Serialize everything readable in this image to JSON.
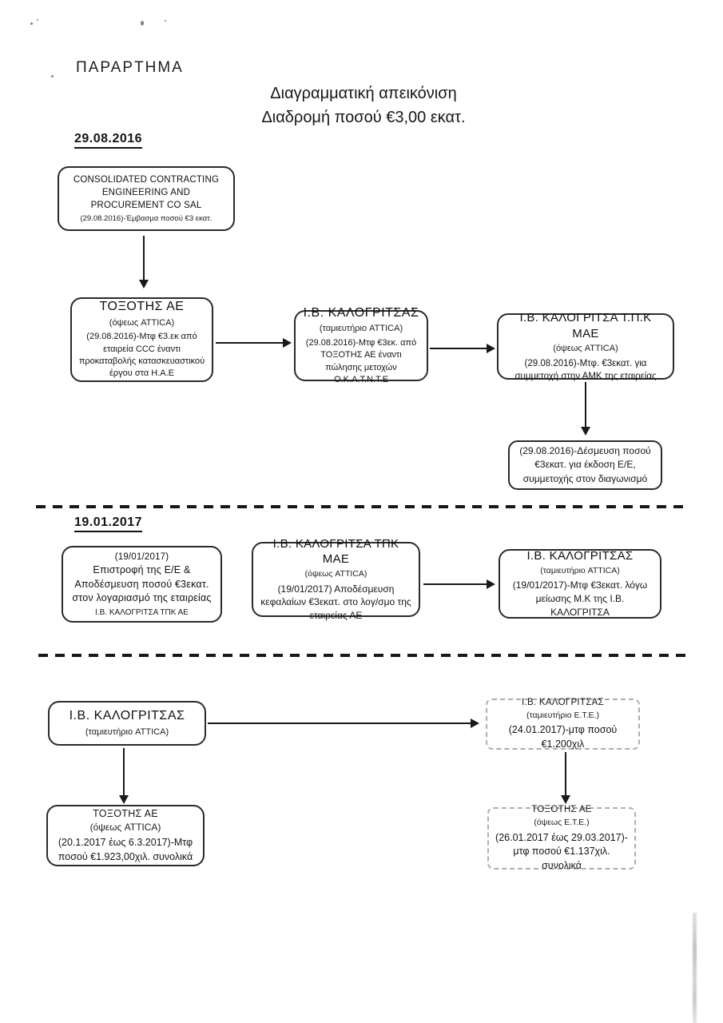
{
  "page": {
    "heading": "ΠΑΡΑΡΤΗΜΑ",
    "title_line1": "Διαγραμματική απεικόνιση",
    "title_line2": "Διαδρομή ποσού €3,00 εκατ."
  },
  "section1": {
    "date": "29.08.2016",
    "ccc": {
      "line1": "CONSOLIDATED CONTRACTING",
      "line2": "ENGINEERING AND",
      "line3": "PROCUREMENT CO SAL",
      "note": "(29.08.2016)-Έμβασμα ποσού €3 εκατ."
    },
    "toxotis": {
      "title": "ΤΟΞΟΤΗΣ ΑΕ",
      "sub": "(όψεως ATTICA)",
      "body": "(29.08.2016)-Μτφ €3.εκ από εταιρεία CCC έναντι προκαταβολής κατασκευαστικού έργου στα Η.Α.Ε"
    },
    "kalogritsas": {
      "title": "Ι.Β. ΚΑΛΟΓΡΙΤΣΑΣ",
      "sub": "(ταμιευτήριο ATTICA)",
      "body": "(29.08.2016)-Μτφ €3εκ. από ΤΟΞΟΤΗΣ ΑΕ έναντι πώλησης μετοχών Ο.Κ.Α.Τ.Ν.Τ.Ε"
    },
    "kalogritsa_tpk": {
      "title": "Ι.Β. ΚΑΛΟΓΡΙΤΣΑ Τ.Π.Κ  ΜΑΕ",
      "sub": "(όψεως ATTICA)",
      "body": "(29.08.2016)-Μτφ. €3εκατ. για  συμμετοχή στην ΑΜΚ της εταιρείας"
    },
    "desmeusi": {
      "body": "(29.08.2016)-Δέσμευση ποσού €3εκατ. για έκδοση Ε/Ε, συμμετοχής στον διαγωνισμό"
    }
  },
  "section2": {
    "date": "19.01.2017",
    "epistrofi": {
      "line1": "(19/01/2017)",
      "line2": "Επιστροφή της Ε/Ε  &",
      "line3": "Αποδέσμευση ποσού €3εκατ.",
      "line4": "στον λογαριασμό της εταιρείας",
      "line5": "Ι.Β. ΚΑΛΟΓΡΙΤΣΑ ΤΠΚ ΑΕ"
    },
    "tpk_mae": {
      "title": "Ι.Β. ΚΑΛΟΓΡΙΤΣΑ ΤΠΚ ΜΑΕ",
      "sub": "(όψεως ATTICA)",
      "body": "(19/01/2017) Αποδέσμευση κεφαλαίων €3εκατ. στο λογ/σμο της εταιρείας ΑΕ"
    },
    "kalogritsas": {
      "title": "Ι.Β. ΚΑΛΟΓΡΙΤΣΑΣ",
      "sub": "(ταμιευτήριο ATTICA)",
      "body": "(19/01/2017)-Μτφ €3εκατ. λόγω μείωσης Μ.Κ της  Ι.Β. ΚΑΛΟΓΡΙΤΣΑ"
    }
  },
  "section3": {
    "kalogritsas_attica": {
      "title": "Ι.Β. ΚΑΛΟΓΡΙΤΣΑΣ",
      "sub": "(ταμιευτήριο ATTICA)"
    },
    "kalogritsas_ete": {
      "title": "Ι.Β. ΚΑΛΟΓΡΙΤΣΑΣ",
      "sub": "(ταμιευτήριο Ε.Τ.Ε.)",
      "body": "(24.01.2017)-μτφ ποσού €1.200χιλ"
    },
    "toxotis_attica": {
      "title": "ΤΟΞΟΤΗΣ ΑΕ",
      "sub": "(όψεως ATTICA)",
      "body": "(20.1.2017 έως 6.3.2017)-Μτφ ποσού €1.923,00χιλ. συνολικά"
    },
    "toxotis_ete": {
      "title": "ΤΟΞΟΤΗΣ ΑΕ",
      "sub": "(όψεως Ε.Τ.Ε.)",
      "body": "(26.01.2017 έως 29.03.2017)- μτφ ποσού €1.137χιλ. συνολικά"
    }
  },
  "colors": {
    "ink": "#1a1a1a",
    "box_border": "#2b2b2b",
    "faint_border": "#b3aea6",
    "paper": "#ffffff"
  }
}
